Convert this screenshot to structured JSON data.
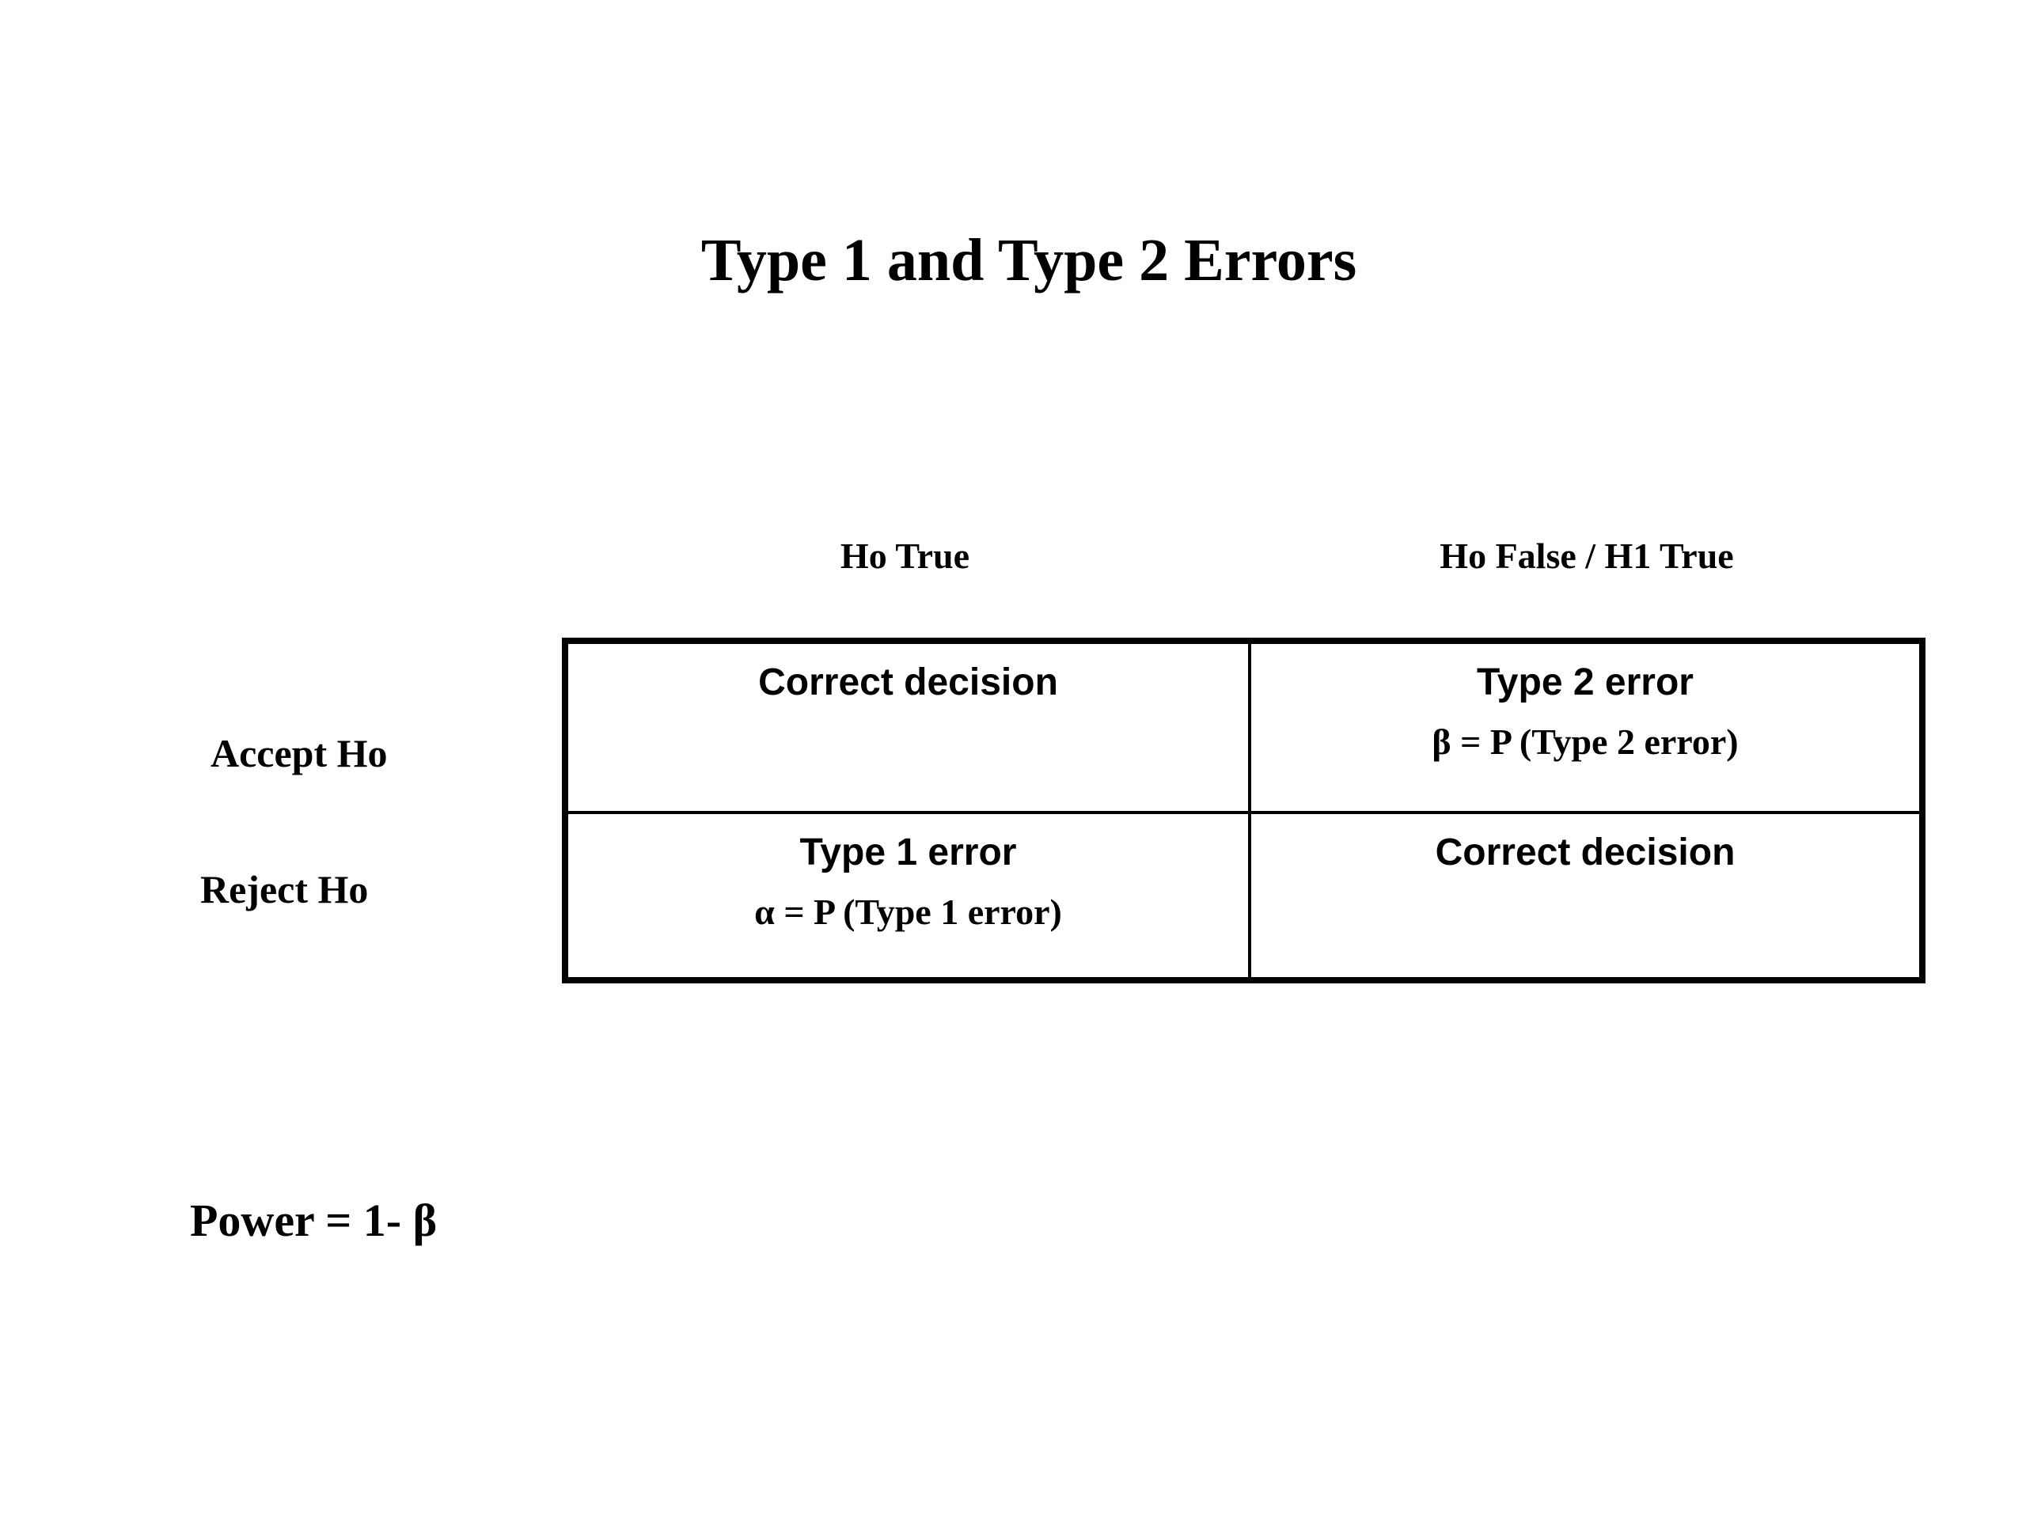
{
  "slide": {
    "title": "Type 1 and Type 2 Errors",
    "power_formula": "Power = 1- β"
  },
  "matrix": {
    "col_headers": {
      "ho_true": "Ho True",
      "ho_false": "Ho False / H1 True"
    },
    "row_headers": {
      "accept": "Accept Ho",
      "reject": "Reject Ho"
    },
    "cells": {
      "accept_ho_true": {
        "decision": "Correct decision",
        "formula": ""
      },
      "accept_ho_false": {
        "decision": "Type 2 error",
        "formula": "β = P (Type 2 error)"
      },
      "reject_ho_true": {
        "decision": "Type 1 error",
        "formula": "α = P (Type 1 error)"
      },
      "reject_ho_false": {
        "decision": "Correct decision",
        "formula": ""
      }
    }
  }
}
